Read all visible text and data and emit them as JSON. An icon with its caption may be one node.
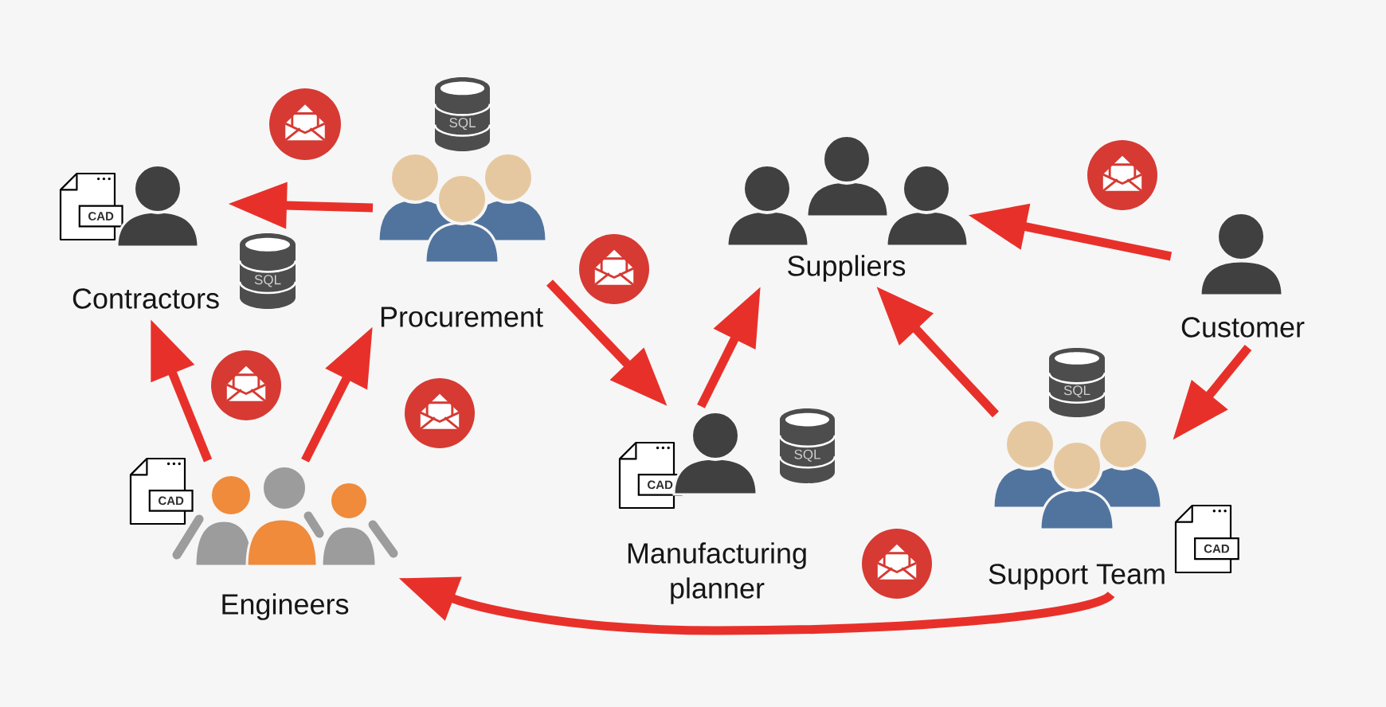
{
  "diagram": {
    "nodes": [
      {
        "text": [
          "Contractors"
        ]
      },
      {
        "text": [
          "Procurement"
        ]
      },
      {
        "text": [
          "Suppliers"
        ]
      },
      {
        "text": [
          "Customer"
        ]
      },
      {
        "text": [
          "Engineers"
        ]
      },
      {
        "text": [
          "Manufacturing planner"
        ]
      },
      {
        "text": [
          "Support Team"
        ]
      }
    ],
    "edges": [
      {
        "from": 1,
        "to": 0,
        "arrow": "to"
      },
      {
        "from": 4,
        "to": 0,
        "arrow": "to"
      },
      {
        "from": 4,
        "to": 1,
        "arrow": "to"
      },
      {
        "from": 1,
        "to": 5,
        "arrow": "to"
      },
      {
        "from": 5,
        "to": 2,
        "arrow": "to"
      },
      {
        "from": 6,
        "to": 2,
        "arrow": "to"
      },
      {
        "from": 3,
        "to": 2,
        "arrow": "to"
      },
      {
        "from": 3,
        "to": 6,
        "arrow": "to"
      },
      {
        "from": 6,
        "to": 4,
        "arrow": "to"
      }
    ],
    "labels": [
      "SQL",
      "CAD",
      "SQL",
      "SQL",
      "SQL",
      "CAD",
      "CAD",
      "CAD"
    ]
  }
}
